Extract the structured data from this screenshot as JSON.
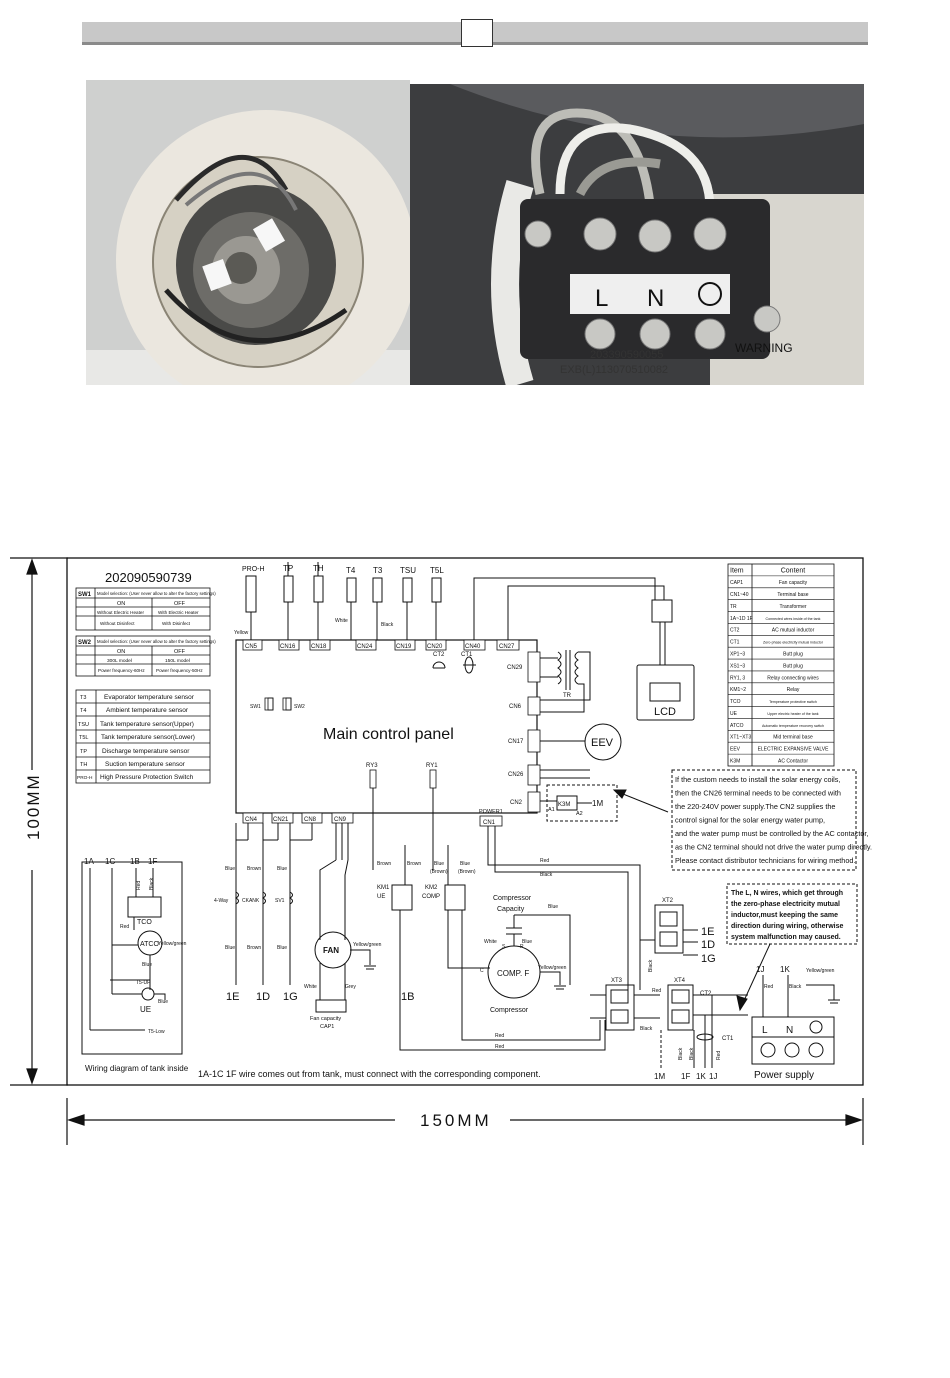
{
  "header": {
    "page_number": ""
  },
  "photo_terminal": {
    "labels": [
      "L",
      "N"
    ],
    "serial": "203390590055",
    "serial2": "EXB(L)113070510082",
    "warning": "WARNING"
  },
  "dims": {
    "height": "100MM",
    "width": "150MM"
  },
  "diagram": {
    "model_code": "202090590739",
    "sw1_table": {
      "header": [
        "SW1",
        "Model selection: (User never allow to alter the factory settings)"
      ],
      "col_on": "ON",
      "col_off": "OFF",
      "row1": [
        "Without Electric Heater",
        "With Electric Heater"
      ],
      "row2": [
        "Without Disinfect",
        "With Disinfect"
      ]
    },
    "sw2_table": {
      "header": [
        "SW2",
        "Model selection: (User never allow to alter the factory settings)"
      ],
      "col_on": "ON",
      "col_off": "OFF",
      "row1": [
        "300L model",
        "150L model"
      ],
      "row2": [
        "Power frequency-60Hz",
        "Power frequency-50Hz"
      ]
    },
    "sensors": [
      [
        "T3",
        "Evaporator temperature sensor"
      ],
      [
        "T4",
        "Ambient temperature sensor"
      ],
      [
        "TSU",
        "Tank temperature sensor(Upper)"
      ],
      [
        "T5L",
        "Tank temperature sensor(Lower)"
      ],
      [
        "TP",
        "Discharge temperature sensor"
      ],
      [
        "TH",
        "Suction temperature sensor"
      ],
      [
        "PRO-H",
        "High Pressure Protection Switch"
      ]
    ],
    "top_sensors": [
      "PRO-H",
      "TP",
      "TH",
      "T4",
      "T3",
      "TSU",
      "T5L"
    ],
    "top_connectors": [
      "CN5",
      "CN16",
      "CN18",
      "CN24",
      "CN19",
      "CN20",
      "CN40",
      "CN27"
    ],
    "right_connectors": [
      "CN29",
      "CN6",
      "CN17",
      "CN26",
      "CN2"
    ],
    "bottom_connectors": [
      "CN4",
      "CN21",
      "CN8",
      "CN9",
      "CN1"
    ],
    "main_panel": "Main control panel",
    "ct_labels": [
      "CT2",
      "CT1"
    ],
    "tr": "TR",
    "eev": "EEV",
    "lcd": "LCD",
    "relays": [
      "RY3",
      "RY1"
    ],
    "power1": "POWER1",
    "k3m": "K3M",
    "one_m": "1M",
    "a1": "A1",
    "a2": "A2",
    "sw1": "SW1",
    "sw2": "SW2",
    "white": "White",
    "black": "Black",
    "yellow": "Yellow",
    "legend": [
      [
        "Item",
        "Content"
      ],
      [
        "CAP1",
        "Fan capacity"
      ],
      [
        "CN1~40",
        "Terminal base"
      ],
      [
        "TR",
        "Transformer"
      ],
      [
        "1A~1D 1F",
        "Connected wires inside of the tank"
      ],
      [
        "CT2",
        "AC mutual inductor"
      ],
      [
        "CT1",
        "Zero-phase electricity mutual inductor"
      ],
      [
        "XP1~3",
        "Butt plug"
      ],
      [
        "XS1~3",
        "Butt plug"
      ],
      [
        "RY1, 3",
        "Relay connecting wires"
      ],
      [
        "KM1~2",
        "Relay"
      ],
      [
        "TCO",
        "Temperature protective switch"
      ],
      [
        "UE",
        "Upper electric heater of the tank"
      ],
      [
        "ATCO",
        "Automatic temperature recovery switch"
      ],
      [
        "XT1~XT3",
        "Mid terminal base"
      ],
      [
        "EEV",
        "ELECTRIC EXPANSIVE VALVE"
      ],
      [
        "K3M",
        "AC Contactor"
      ]
    ],
    "note1": [
      "If the custom needs to install the solar energy coils,",
      "then the CN26 terminal needs to be connected with",
      "the 220-240V power supply.The CN2 supplies the",
      "control signal for the solar energy water pump,",
      "and the water pump must be controlled by the AC contactor,",
      "as the CN2 terminal should not drive the water pump directly.",
      "Please contact  distributor technicians for wiring  method."
    ],
    "note2": [
      "The L, N wires, which get through",
      "the zero-phase electricity mutual",
      "inductor,must keeping the same",
      "direction during wiring, otherwise",
      "system malfunction may caused."
    ],
    "tank_labels": [
      "1A",
      "1C",
      "1B",
      "1F"
    ],
    "tank_caption": "Wiring diagram of tank inside",
    "tco": "TCO",
    "atco": "ATCO",
    "ue": "UE",
    "t5up": "T5-UP",
    "t5low": "T5-Low",
    "wire_colors": [
      "Red",
      "Black",
      "Blue",
      "Brown",
      "White",
      "Grey",
      "Yellow/green"
    ],
    "fourway": "4-Way",
    "ckank": "CKANK",
    "sv1": "SV1",
    "km1": "KM1",
    "km2": "KM2",
    "ue_lbl": "UE",
    "comp_lbl": "COMP",
    "brown_paren": "(Brown)",
    "fan": "FAN",
    "fan_caption1": "Fan capacity",
    "fan_caption2": "CAP1",
    "compressor_cap1": "Compressor",
    "compressor_cap2": "Capacity",
    "comp_f": "COMP. F",
    "compressor": "Compressor",
    "csr": [
      "C",
      "S",
      "R"
    ],
    "bottom_labels": [
      "1E",
      "1D",
      "1G",
      "1B"
    ],
    "xt": [
      "XT2",
      "XT3",
      "XT4"
    ],
    "xt2_labels": [
      "1E",
      "1D",
      "1G"
    ],
    "power_labels": [
      "1J",
      "1K"
    ],
    "terminal_ln": [
      "L",
      "N"
    ],
    "power_supply": "Power supply",
    "bottom_right_labels": [
      "1M",
      "1F",
      "1K",
      "1J"
    ],
    "bottom_note": "1A-1C  1F wire comes out from tank, must connect with the corresponding component."
  }
}
